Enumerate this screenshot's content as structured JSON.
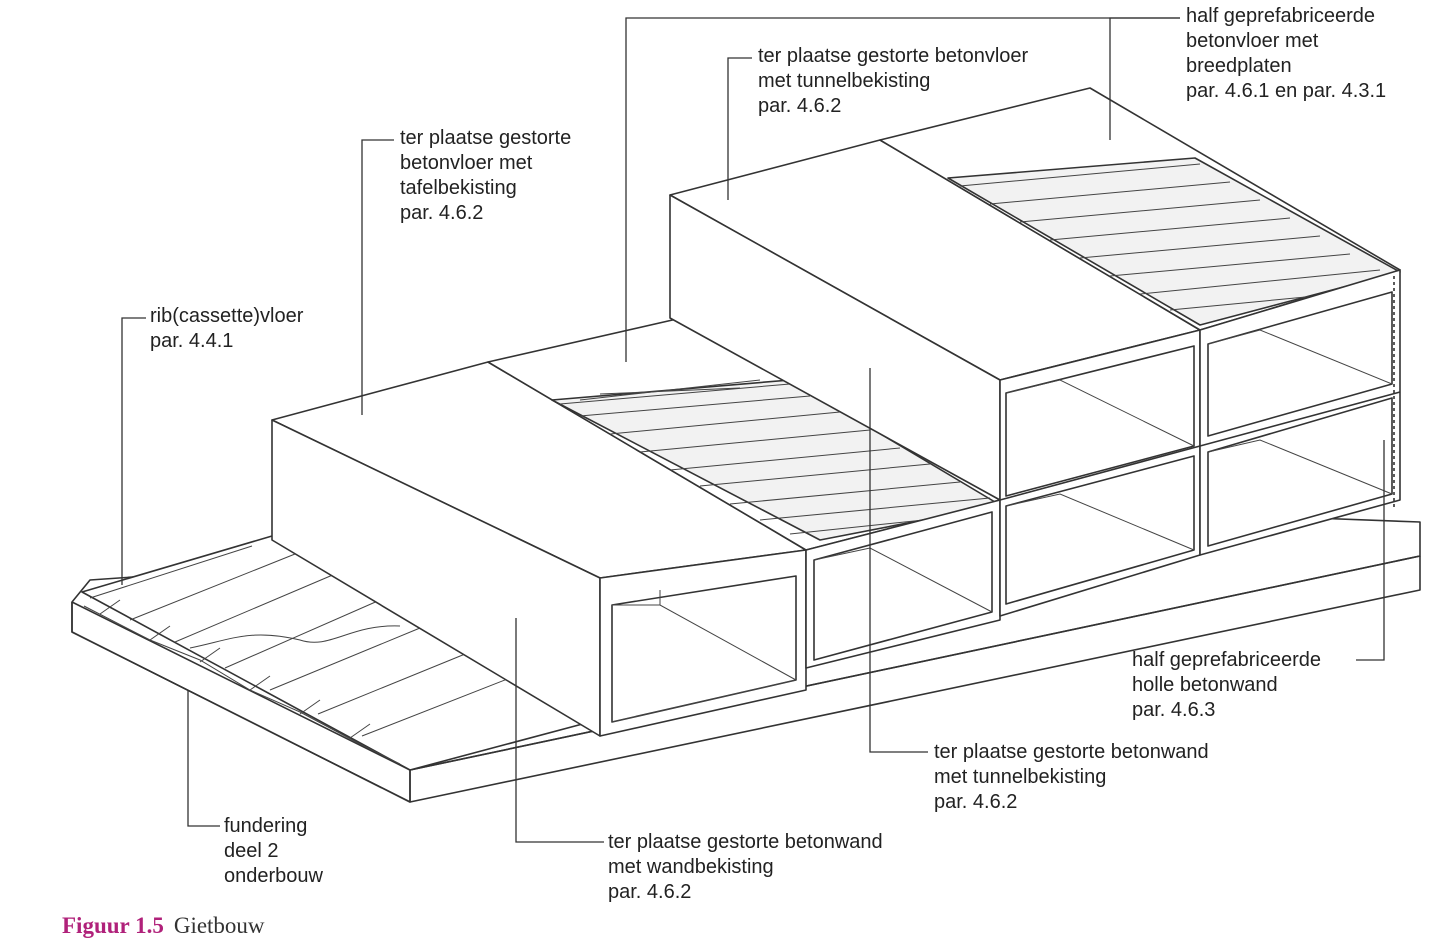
{
  "labels": {
    "l1": [
      "half geprefabriceerde",
      "betonvloer met",
      "breedplaten",
      "par. 4.6.1 en par. 4.3.1"
    ],
    "l2": [
      "ter plaatse gestorte betonvloer",
      "met tunnelbekisting",
      "par. 4.6.2"
    ],
    "l3": [
      "ter plaatse gestorte",
      "betonvloer met",
      "tafelbekisting",
      "par. 4.6.2"
    ],
    "l4": [
      "rib(cassette)vloer",
      "par. 4.4.1"
    ],
    "l5": [
      "half geprefabriceerde",
      "holle betonwand",
      "par. 4.6.3"
    ],
    "l6": [
      "ter plaatse gestorte betonwand",
      "met tunnelbekisting",
      "par. 4.6.2"
    ],
    "l7": [
      "fundering",
      "deel 2",
      "onderbouw"
    ],
    "l8": [
      "ter plaatse gestorte betonwand",
      "met wandbekisting",
      "par. 4.6.2"
    ]
  },
  "caption": {
    "number": "Figuur 1.5",
    "title": "Gietbouw"
  }
}
